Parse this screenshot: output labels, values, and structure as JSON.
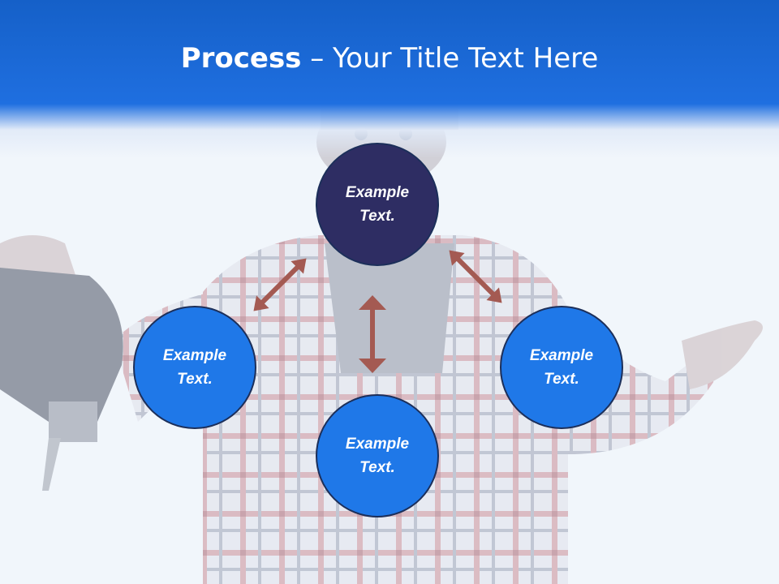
{
  "slide": {
    "title_bold": "Process",
    "title_rest": " – Your Title Text Here"
  },
  "nodes": {
    "top": "Example Text.",
    "left": "Example Text.",
    "right": "Example Text.",
    "bottom": "Example Text."
  },
  "colors": {
    "header_blue": "#1f6fe0",
    "top_node": "#2e2d63",
    "other_nodes": "#1f78e8",
    "arrows": "#a45a52"
  },
  "background_image": "worker-in-plaid-shirt-holding-jigsaw"
}
